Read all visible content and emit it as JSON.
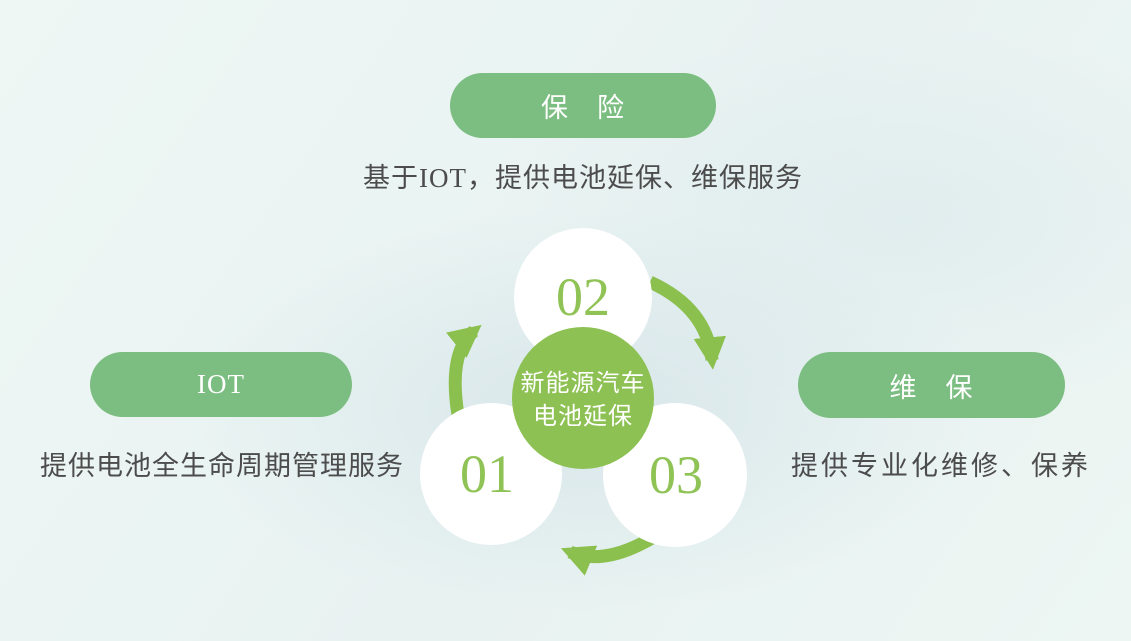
{
  "slide": {
    "topics": {
      "insurance": {
        "label": "保　险",
        "description": "基于IOT，提供电池延保、维保服务"
      },
      "iot": {
        "label": "IOT",
        "description": "提供电池全生命周期管理服务"
      },
      "maintenance": {
        "label": "维　保",
        "description": "提供专业化维修、保养"
      }
    },
    "cycle": {
      "center_line1": "新能源汽车",
      "center_line2": "电池延保",
      "steps": [
        {
          "number": "01"
        },
        {
          "number": "02"
        },
        {
          "number": "03"
        }
      ]
    },
    "colors": {
      "pill_green": "#7cbe81",
      "cycle_green": "#8dc153",
      "arrow_green": "#8bc04f",
      "number_green": "#90c356",
      "text_dark": "#4c4c4c",
      "background_mint": "#eaf4f2"
    }
  }
}
